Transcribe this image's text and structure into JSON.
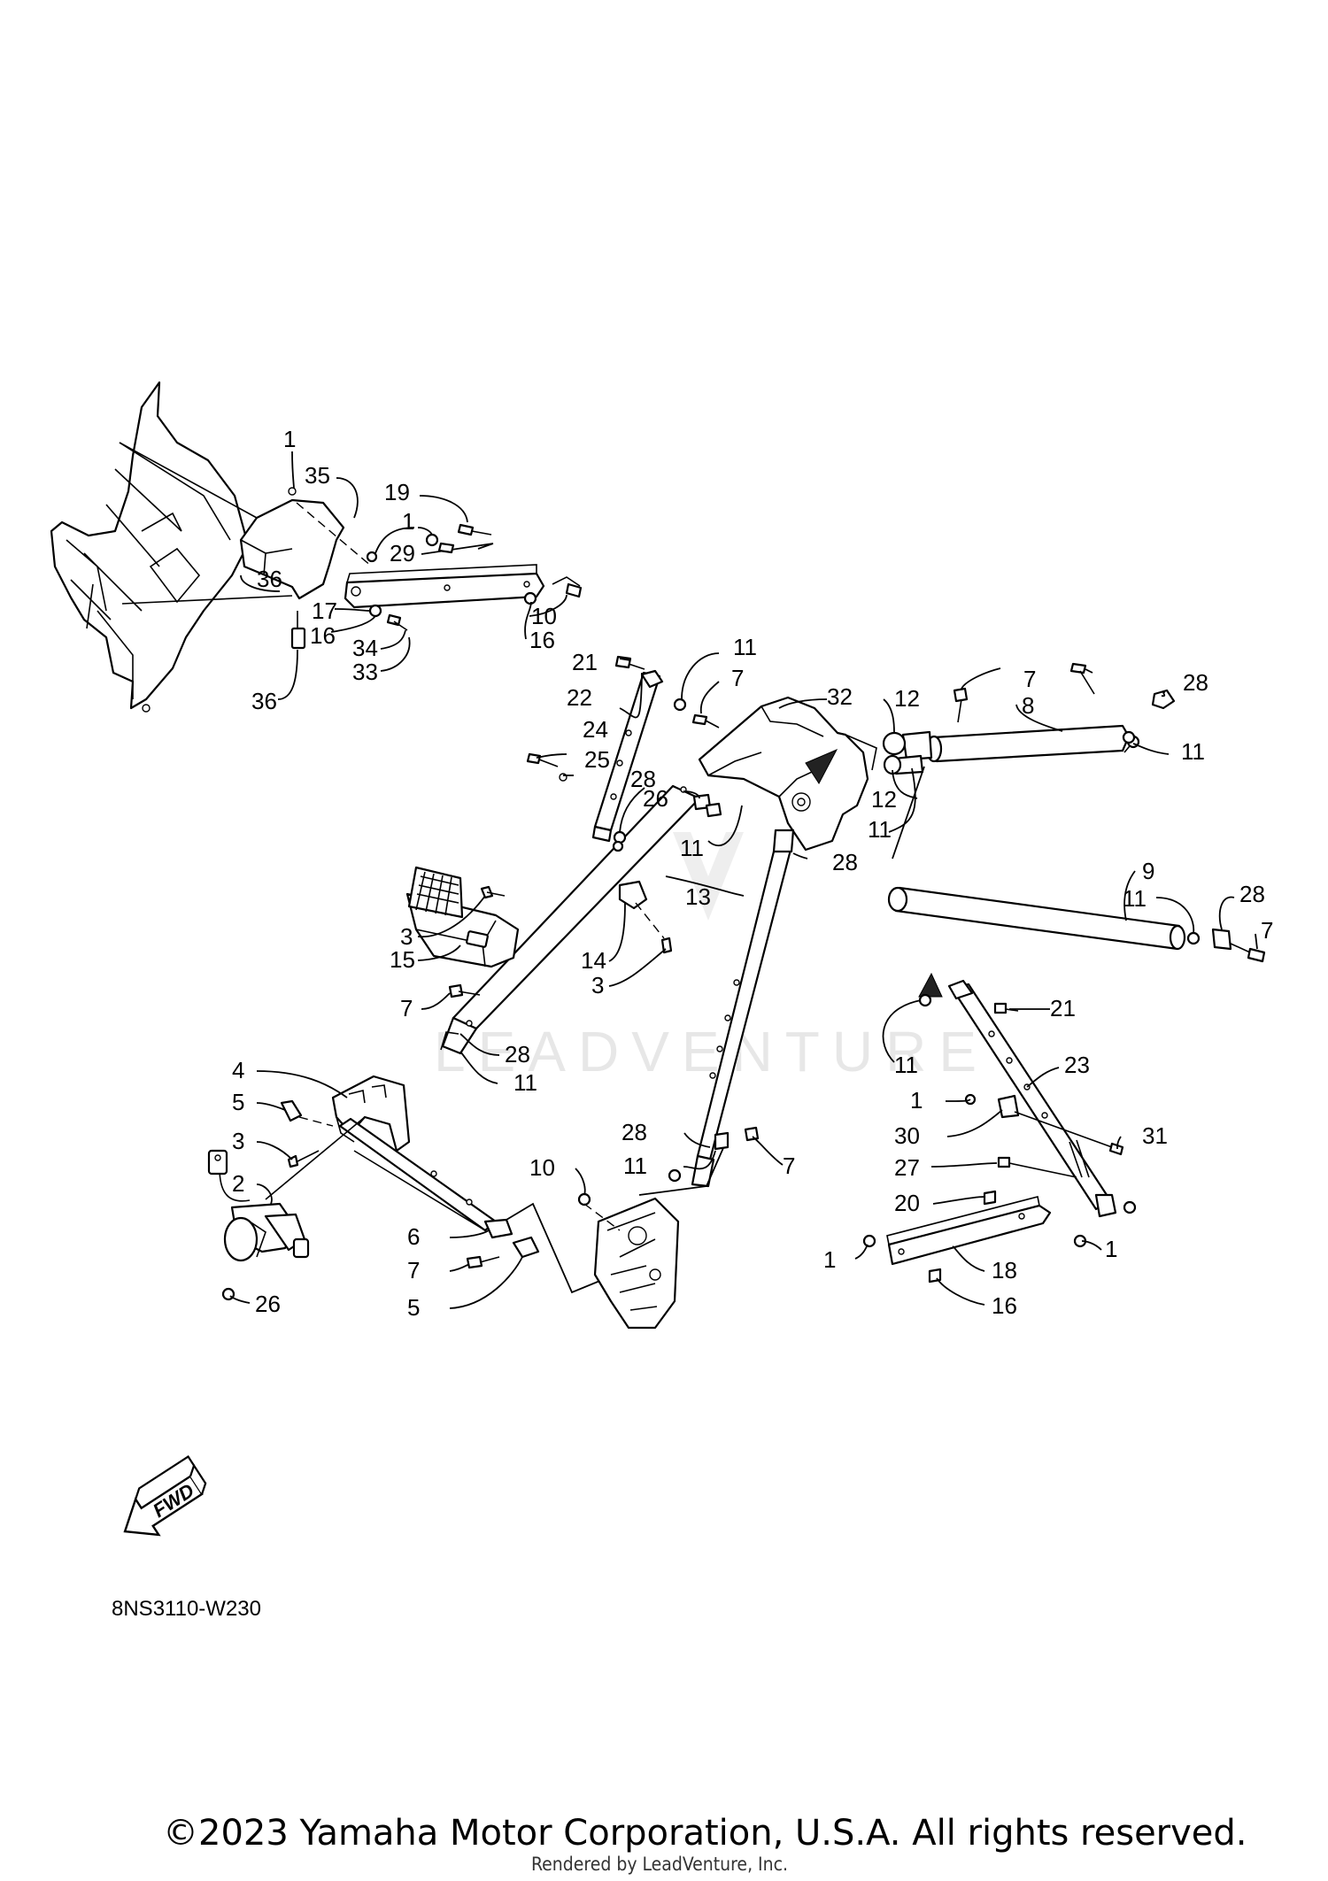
{
  "diagram_code": "8NS3110-W230",
  "copyright": "©2023 Yamaha Motor Corporation, U.S.A. All rights reserved.",
  "rendered_by": "Rendered by LeadVenture, Inc.",
  "watermark": "LEADVENTURE",
  "fwd_label": "FWD",
  "callouts": [
    {
      "id": "c1",
      "text": "1"
    },
    {
      "id": "c2",
      "text": "35"
    },
    {
      "id": "c3",
      "text": "19"
    },
    {
      "id": "c4",
      "text": "1"
    },
    {
      "id": "c5",
      "text": "29"
    },
    {
      "id": "c6",
      "text": "36"
    },
    {
      "id": "c7",
      "text": "17"
    },
    {
      "id": "c8",
      "text": "16"
    },
    {
      "id": "c9",
      "text": "34"
    },
    {
      "id": "c10",
      "text": "33"
    },
    {
      "id": "c11",
      "text": "10"
    },
    {
      "id": "c12",
      "text": "16"
    },
    {
      "id": "c13",
      "text": "36"
    },
    {
      "id": "c14",
      "text": "11"
    },
    {
      "id": "c15",
      "text": "21"
    },
    {
      "id": "c16",
      "text": "7"
    },
    {
      "id": "c17",
      "text": "22"
    },
    {
      "id": "c18",
      "text": "32"
    },
    {
      "id": "c19",
      "text": "12"
    },
    {
      "id": "c20",
      "text": "7"
    },
    {
      "id": "c21",
      "text": "28"
    },
    {
      "id": "c22",
      "text": "8"
    },
    {
      "id": "c23",
      "text": "11"
    },
    {
      "id": "c24",
      "text": "24"
    },
    {
      "id": "c25",
      "text": "25"
    },
    {
      "id": "c26",
      "text": "28"
    },
    {
      "id": "c27",
      "text": "26"
    },
    {
      "id": "c28",
      "text": "12"
    },
    {
      "id": "c29",
      "text": "11"
    },
    {
      "id": "c30",
      "text": "11"
    },
    {
      "id": "c31",
      "text": "28"
    },
    {
      "id": "c32",
      "text": "13"
    },
    {
      "id": "c33",
      "text": "9"
    },
    {
      "id": "c34",
      "text": "11"
    },
    {
      "id": "c35",
      "text": "28"
    },
    {
      "id": "c36",
      "text": "7"
    },
    {
      "id": "c37",
      "text": "3"
    },
    {
      "id": "c38",
      "text": "15"
    },
    {
      "id": "c39",
      "text": "14"
    },
    {
      "id": "c40",
      "text": "3"
    },
    {
      "id": "c41",
      "text": "7"
    },
    {
      "id": "c42",
      "text": "21"
    },
    {
      "id": "c43",
      "text": "28"
    },
    {
      "id": "c44",
      "text": "11"
    },
    {
      "id": "c45",
      "text": "11"
    },
    {
      "id": "c46",
      "text": "23"
    },
    {
      "id": "c47",
      "text": "4"
    },
    {
      "id": "c48",
      "text": "5"
    },
    {
      "id": "c49",
      "text": "3"
    },
    {
      "id": "c50",
      "text": "1"
    },
    {
      "id": "c51",
      "text": "30"
    },
    {
      "id": "c52",
      "text": "31"
    },
    {
      "id": "c53",
      "text": "28"
    },
    {
      "id": "c54",
      "text": "2"
    },
    {
      "id": "c55",
      "text": "11"
    },
    {
      "id": "c56",
      "text": "7"
    },
    {
      "id": "c57",
      "text": "10"
    },
    {
      "id": "c58",
      "text": "27"
    },
    {
      "id": "c59",
      "text": "20"
    },
    {
      "id": "c60",
      "text": "6"
    },
    {
      "id": "c61",
      "text": "1"
    },
    {
      "id": "c62",
      "text": "1"
    },
    {
      "id": "c63",
      "text": "7"
    },
    {
      "id": "c64",
      "text": "18"
    },
    {
      "id": "c65",
      "text": "26"
    },
    {
      "id": "c66",
      "text": "5"
    },
    {
      "id": "c67",
      "text": "16"
    }
  ]
}
